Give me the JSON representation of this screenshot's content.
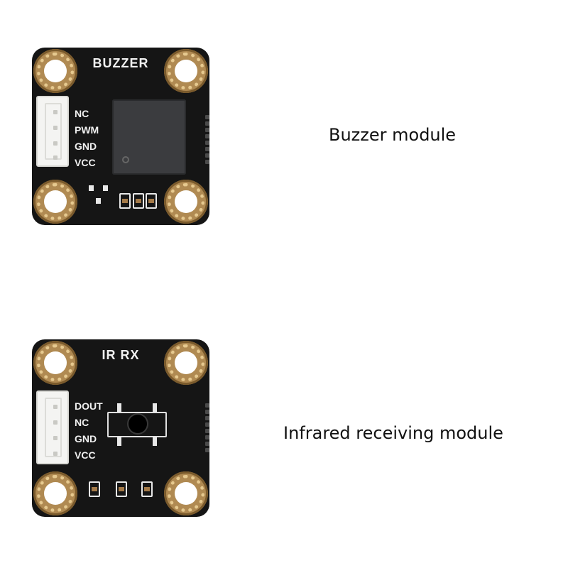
{
  "modules": [
    {
      "board_label": "BUZZER",
      "pins": [
        "NC",
        "PWM",
        "GND",
        "VCC"
      ],
      "caption": "Buzzer module"
    },
    {
      "board_label": "IR RX",
      "pins": [
        "DOUT",
        "NC",
        "GND",
        "VCC"
      ],
      "caption": "Infrared receiving module"
    }
  ],
  "colors": {
    "board": "#151515",
    "pad_gold": "#b08a52",
    "connector": "#f4f4f2",
    "silkscreen": "#f0f0f0"
  }
}
